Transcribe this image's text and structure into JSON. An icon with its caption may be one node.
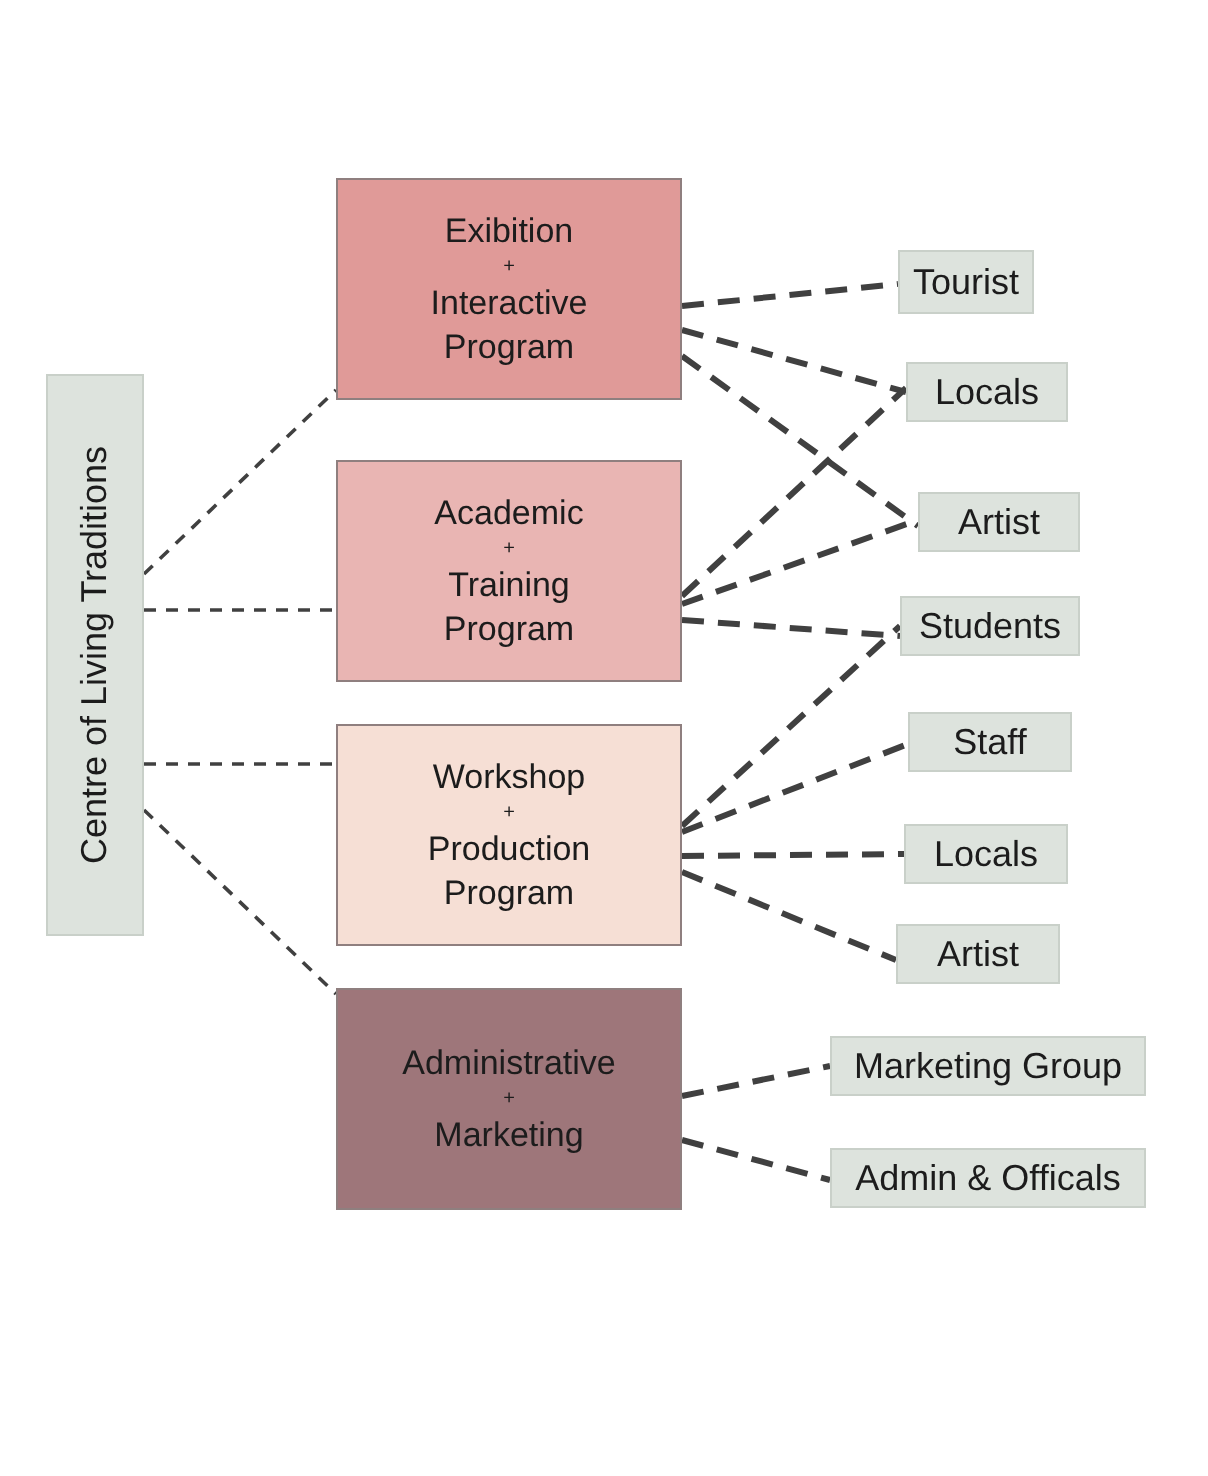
{
  "diagram": {
    "nodes": [
      {
        "text": [
          "Centre of Living Traditions"
        ]
      },
      {
        "text": [
          "Exibition",
          "+",
          "Interactive Program"
        ]
      },
      {
        "text": [
          "Academic",
          "+",
          "Training Program"
        ]
      },
      {
        "text": [
          "Workshop",
          "+",
          "Production Program"
        ]
      },
      {
        "text": [
          "Administrative",
          "+",
          "Marketing"
        ]
      },
      {
        "text": [
          "Tourist"
        ]
      },
      {
        "text": [
          "Locals"
        ]
      },
      {
        "text": [
          "Artist"
        ]
      },
      {
        "text": [
          "Students"
        ]
      },
      {
        "text": [
          "Staff"
        ]
      },
      {
        "text": [
          "Locals"
        ]
      },
      {
        "text": [
          "Artist"
        ]
      },
      {
        "text": [
          "Marketing Group"
        ]
      },
      {
        "text": [
          "Admin & Officals"
        ]
      }
    ],
    "edges": [
      {
        "from": 0,
        "to": 1,
        "arrow": "none",
        "style": "dashed"
      },
      {
        "from": 0,
        "to": 2,
        "arrow": "none",
        "style": "dashed"
      },
      {
        "from": 0,
        "to": 3,
        "arrow": "none",
        "style": "dashed"
      },
      {
        "from": 0,
        "to": 4,
        "arrow": "none",
        "style": "dashed"
      },
      {
        "from": 1,
        "to": 5,
        "arrow": "none",
        "style": "dashed"
      },
      {
        "from": 1,
        "to": 6,
        "arrow": "none",
        "style": "dashed"
      },
      {
        "from": 1,
        "to": 7,
        "arrow": "none",
        "style": "dashed"
      },
      {
        "from": 2,
        "to": 6,
        "arrow": "none",
        "style": "dashed"
      },
      {
        "from": 2,
        "to": 7,
        "arrow": "none",
        "style": "dashed"
      },
      {
        "from": 2,
        "to": 8,
        "arrow": "none",
        "style": "dashed"
      },
      {
        "from": 3,
        "to": 8,
        "arrow": "none",
        "style": "dashed"
      },
      {
        "from": 3,
        "to": 9,
        "arrow": "none",
        "style": "dashed"
      },
      {
        "from": 3,
        "to": 10,
        "arrow": "none",
        "style": "dashed"
      },
      {
        "from": 3,
        "to": 11,
        "arrow": "none",
        "style": "dashed"
      },
      {
        "from": 4,
        "to": 12,
        "arrow": "none",
        "style": "dashed"
      },
      {
        "from": 4,
        "to": 13,
        "arrow": "none",
        "style": "dashed"
      }
    ]
  }
}
